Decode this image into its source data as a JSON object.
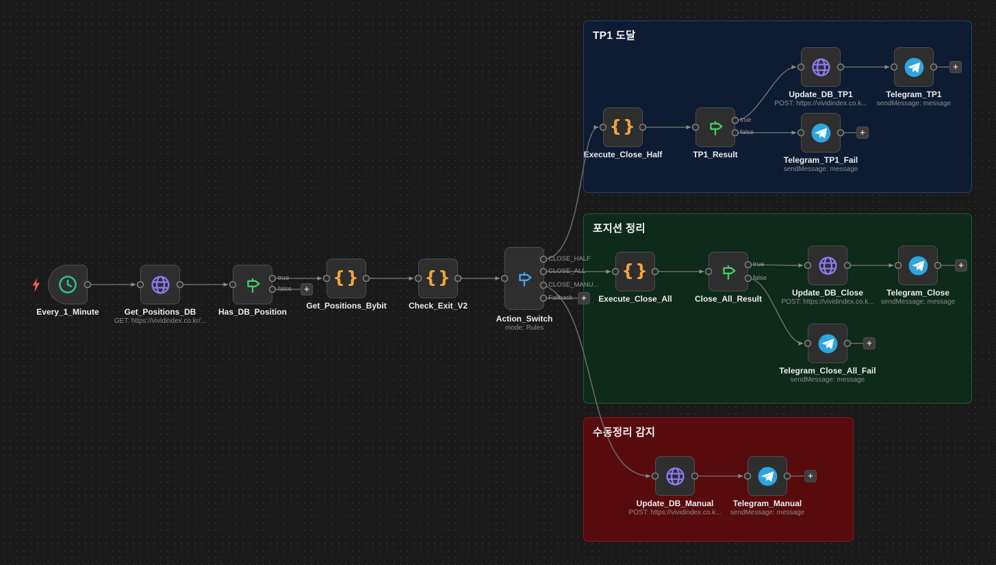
{
  "workflow": {
    "groups": {
      "tp1": {
        "title": "TP1 도달"
      },
      "close": {
        "title": "포지션 정리"
      },
      "manual": {
        "title": "수동정리 감지"
      }
    },
    "nodes": {
      "every_1_minute": {
        "label": "Every_1_Minute"
      },
      "get_positions_db": {
        "label": "Get_Positions_DB",
        "subtitle": "GET: https://vividindex.co.kr/..."
      },
      "has_db_position": {
        "label": "Has_DB_Position"
      },
      "get_positions_bybit": {
        "label": "Get_Positions_Bybit"
      },
      "check_exit_v2": {
        "label": "Check_Exit_V2"
      },
      "action_switch": {
        "label": "Action_Switch",
        "subtitle": "mode: Rules"
      },
      "execute_close_half": {
        "label": "Execute_Close_Half"
      },
      "tp1_result": {
        "label": "TP1_Result"
      },
      "update_db_tp1": {
        "label": "Update_DB_TP1",
        "subtitle": "POST: https://vividindex.co.k..."
      },
      "telegram_tp1": {
        "label": "Telegram_TP1",
        "subtitle": "sendMessage: message"
      },
      "telegram_tp1_fail": {
        "label": "Telegram_TP1_Fail",
        "subtitle": "sendMessage: message"
      },
      "execute_close_all": {
        "label": "Execute_Close_All"
      },
      "close_all_result": {
        "label": "Close_All_Result"
      },
      "update_db_close": {
        "label": "Update_DB_Close",
        "subtitle": "POST: https://vividindex.co.k..."
      },
      "telegram_close": {
        "label": "Telegram_Close",
        "subtitle": "sendMessage: message"
      },
      "telegram_close_all_fail": {
        "label": "Telegram_Close_All_Fail",
        "subtitle": "sendMessage: message"
      },
      "update_db_manual": {
        "label": "Update_DB_Manual",
        "subtitle": "POST: https://vividindex.co.k..."
      },
      "telegram_manual": {
        "label": "Telegram_Manual",
        "subtitle": "sendMessage: message"
      }
    },
    "port_labels": {
      "true": "true",
      "false": "false",
      "close_half": "CLOSE_HALF",
      "close_all": "CLOSE_ALL",
      "close_manual": "CLOSE_MANU...",
      "fallback": "Fallback"
    },
    "icons": {
      "plus": "+",
      "code_braces": "{}"
    },
    "colors": {
      "canvas_bg": "#1a1a1a",
      "node_bg": "#2e2e2e",
      "node_border": "#4e4e4e",
      "wire": "#6a6a6a",
      "group_tp1_bg": "#0d1c33",
      "group_tp1_border": "#24406e",
      "group_close_bg": "#0e2a1a",
      "group_close_border": "#1e5c30",
      "group_manual_bg": "#570b0d",
      "group_manual_border": "#8b1717",
      "icon_trigger": "#2ec08e",
      "icon_http": "#8d79f0",
      "icon_if": "#41d069",
      "icon_switch": "#4ba3f0",
      "icon_code": "#f0a33f",
      "icon_telegram": "#2ca5e0",
      "bolt": "#ef5b4f"
    }
  }
}
